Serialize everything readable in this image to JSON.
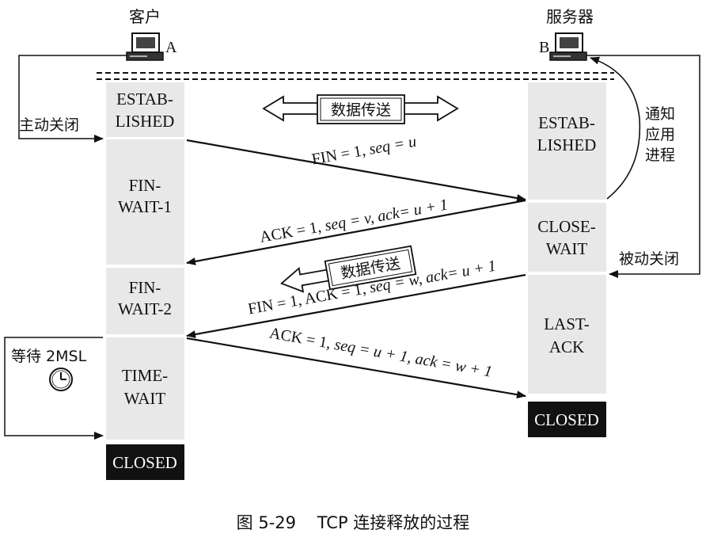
{
  "hosts": {
    "client": {
      "title": "客户",
      "letter": "A"
    },
    "server": {
      "title": "服务器",
      "letter": "B"
    }
  },
  "client_states": [
    [
      "ESTAB-",
      "LISHED"
    ],
    [
      "FIN-",
      "WAIT-1"
    ],
    [
      "FIN-",
      "WAIT-2"
    ],
    [
      "TIME-",
      "WAIT"
    ]
  ],
  "server_states": [
    [
      "ESTAB-",
      "LISHED"
    ],
    [
      "CLOSE-",
      "WAIT"
    ],
    [
      "LAST-",
      "ACK"
    ]
  ],
  "closed_label": "CLOSED",
  "messages": [
    "FIN = 1, seq = u",
    "ACK = 1, seq = v, ack= u + 1",
    "FIN = 1, ACK = 1, seq = w, ack= u + 1",
    "ACK = 1, seq = u + 1, ack = w + 1"
  ],
  "data_transfer_label": "数据传送",
  "side_labels": {
    "active_close": "主动关闭",
    "passive_close": "被动关闭",
    "notify_app": [
      "通知",
      "应用",
      "进程"
    ],
    "wait_2msl": "等待 2MSL"
  },
  "caption": "图 5-29    TCP 连接释放的过程",
  "colors": {
    "state_fill": "#e8e8e8",
    "closed_fill": "#111111",
    "closed_text": "#ffffff",
    "line": "#111111"
  }
}
